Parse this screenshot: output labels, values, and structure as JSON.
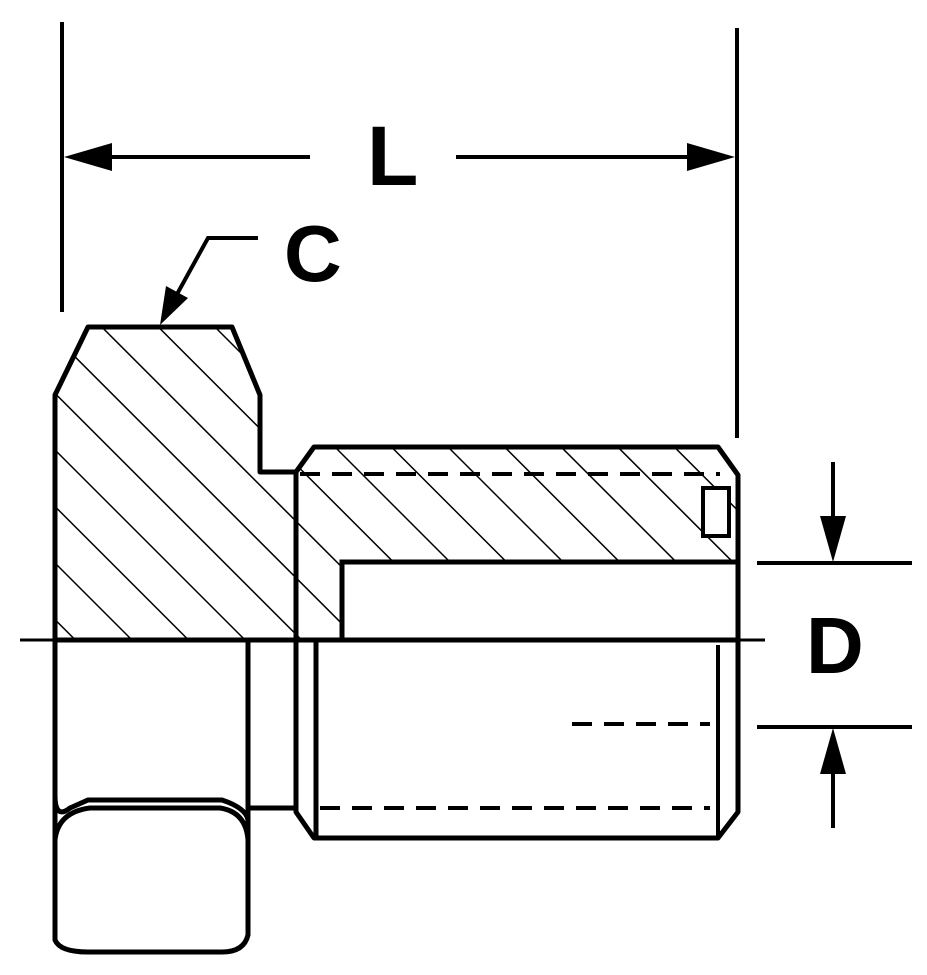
{
  "labels": {
    "length": "L",
    "hex_across_corners": "C",
    "tube_diameter": "D"
  },
  "colors": {
    "ink": "#000000",
    "paper": "#ffffff"
  }
}
